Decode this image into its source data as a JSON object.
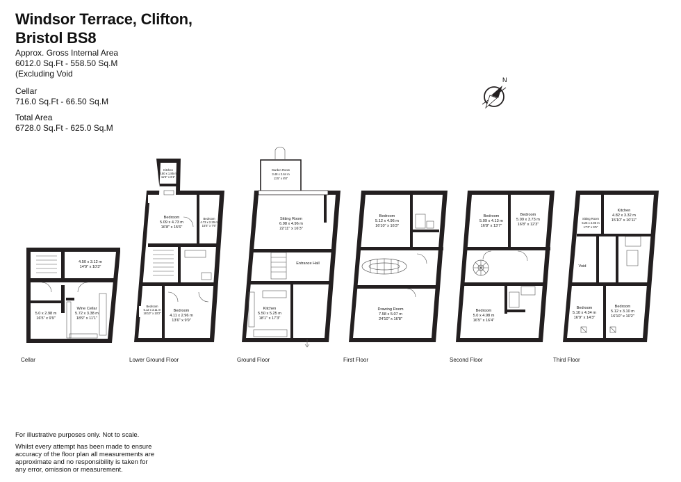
{
  "header": {
    "title_line1": "Windsor Terrace, Clifton,",
    "title_line2": "Bristol BS8"
  },
  "areas": {
    "gia_label": "Approx. Gross Internal Area",
    "gia_value": "6012.0 Sq.Ft - 558.50 Sq.M",
    "gia_note": "(Excluding Void",
    "cellar_label": "Cellar",
    "cellar_value": "716.0 Sq.Ft - 66.50 Sq.M",
    "total_label": "Total Area",
    "total_value": "6728.0 Sq.Ft - 625.0 Sq.M"
  },
  "compass": {
    "icon": "compass-north-icon",
    "label": "N"
  },
  "floors": {
    "cellar": "Cellar",
    "lower_ground": "Lower Ground Floor",
    "ground": "Ground Floor",
    "first": "First Floor",
    "second": "Second Floor",
    "third": "Third Floor"
  },
  "rooms": {
    "cellar_store": {
      "metric": "4.50 x 3.12 m",
      "imperial": "14'9\" x 10'3\""
    },
    "cellar_small": {
      "metric": "5.0 x 2.98 m",
      "imperial": "16'5\" x 9'9\""
    },
    "wine_cellar": {
      "name": "Wine Cellar",
      "metric": "5.72 x 3.38 m",
      "imperial": "18'9\" x 11'1\""
    },
    "lg_kitchen": {
      "name": "Kitchen",
      "metric": "3.50 x 1.85 m",
      "imperial": "11'6\" x 6'1\""
    },
    "lg_bedroom_main": {
      "name": "Bedroom",
      "metric": "5.09 x 4.73 m",
      "imperial": "16'8\" x 15'6\""
    },
    "lg_bedroom_right": {
      "name": "Bedroom",
      "metric": "4.73 x 2.29 m",
      "imperial": "15'6\" x 7'6\""
    },
    "lg_bedroom_left": {
      "name": "Bedroom",
      "metric": "5.12 x 3.11 m",
      "imperial": "16'10\" x 10'2\""
    },
    "lg_bedroom_mid": {
      "name": "Bedroom",
      "metric": "4.11 x 2.96 m",
      "imperial": "13'6\" x 9'9\""
    },
    "garden_room": {
      "name": "Garden Room",
      "metric": "3.48 x 2.64 m",
      "imperial": "11'5\" x 8'8\""
    },
    "sitting_room": {
      "name": "Sitting Room",
      "metric": "6.98 x 4.96 m",
      "imperial": "22'11\" x 16'3\""
    },
    "entrance_hall": {
      "name": "Entrance Hall"
    },
    "g_kitchen": {
      "name": "Kitchen",
      "metric": "5.50 x 5.25 m",
      "imperial": "18'1\" x 17'3\""
    },
    "f_bedroom": {
      "name": "Bedroom",
      "metric": "5.12 x 4.96 m",
      "imperial": "16'10\" x 16'3\""
    },
    "drawing_room": {
      "name": "Drawing Room",
      "metric": "7.58 x 5.07 m",
      "imperial": "24'10\" x 16'8\""
    },
    "s_bedroom_left": {
      "name": "Bedroom",
      "metric": "5.09 x 4.13 m",
      "imperial": "16'8\" x 13'7\""
    },
    "s_bedroom_right": {
      "name": "Bedroom",
      "metric": "5.09 x 3.73 m",
      "imperial": "16'8\" x 12'3\""
    },
    "s_bedroom_front": {
      "name": "Bedroom",
      "metric": "5.0 x 4.98 m",
      "imperial": "16'5\" x 16'4\""
    },
    "t_sitting_room": {
      "name": "Sitting Room",
      "metric": "5.26 x 2.86 m",
      "imperial": "17'3\" x 9'5\""
    },
    "t_kitchen": {
      "name": "Kitchen",
      "metric": "4.82 x 3.32 m",
      "imperial": "15'10\" x 10'11\""
    },
    "void": {
      "name": "Void"
    },
    "t_bedroom_left": {
      "name": "Bedroom",
      "metric": "5.10 x 4.34 m",
      "imperial": "16'9\" x 14'3\""
    },
    "t_bedroom_right": {
      "name": "Bedroom",
      "metric": "5.12 x 3.10 m",
      "imperial": "16'10\" x 10'2\""
    }
  },
  "disclaimer": {
    "line1": "For illustrative purposes only. Not to scale.",
    "line2": "Whilst every attempt has been made to ensure",
    "line3": "accuracy of the floor plan all measurements are",
    "line4": "approximate and no responsibility is taken for",
    "line5": "any error, omission or measurement."
  }
}
